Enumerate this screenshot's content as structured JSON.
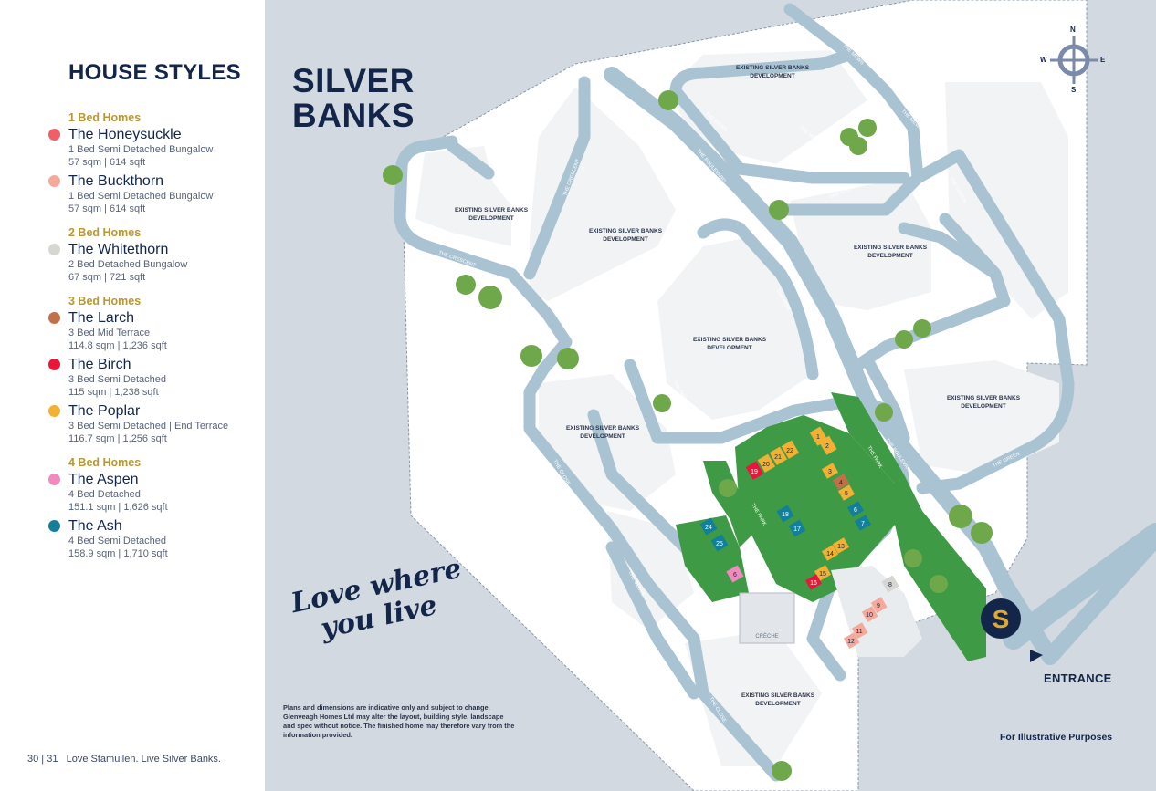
{
  "sidebar": {
    "heading": "HOUSE STYLES",
    "groups": [
      {
        "title": "1 Bed Homes",
        "houses": [
          {
            "name": "The Honeysuckle",
            "desc": "1 Bed Semi Detached Bungalow",
            "size": "57 sqm | 614 sqft",
            "color": "#ef5f68"
          },
          {
            "name": "The Buckthorn",
            "desc": "1 Bed Semi Detached Bungalow",
            "size": "57 sqm | 614 sqft",
            "color": "#f5a99b"
          }
        ]
      },
      {
        "title": "2 Bed Homes",
        "houses": [
          {
            "name": "The Whitethorn",
            "desc": "2 Bed Detached Bungalow",
            "size": "67 sqm | 721 sqft",
            "color": "#d8d6d0"
          }
        ]
      },
      {
        "title": "3 Bed Homes",
        "houses": [
          {
            "name": "The Larch",
            "desc": "3 Bed Mid Terrace",
            "size": "114.8 sqm | 1,236 sqft",
            "color": "#c0714a"
          },
          {
            "name": "The Birch",
            "desc": "3 Bed Semi Detached",
            "size": "115 sqm | 1,238 sqft",
            "color": "#e8173a"
          },
          {
            "name": "The Poplar",
            "desc": "3 Bed Semi Detached | End Terrace",
            "size": "116.7 sqm | 1,256 sqft",
            "color": "#f2b132"
          }
        ]
      },
      {
        "title": "4 Bed Homes",
        "houses": [
          {
            "name": "The Aspen",
            "desc": "4 Bed Detached",
            "size": "151.1 sqm | 1,626 sqft",
            "color": "#ee8cc0"
          },
          {
            "name": "The Ash",
            "desc": "4 Bed Semi Detached",
            "size": "158.9 sqm | 1,710 sqft",
            "color": "#147f9a"
          }
        ]
      }
    ],
    "footer_pages": "30 | 31",
    "footer_text": "Love Stamullen. Live Silver Banks."
  },
  "map": {
    "title_line1": "SILVER",
    "title_line2": "BANKS",
    "slogan_line1": "Love where",
    "slogan_line2": "you live",
    "disclaimer": "Plans and dimensions are indicative only and subject to change. Glenveagh Homes Ltd may alter the layout, building style, landscape and spec without notice. The finished home may therefore vary from the information provided.",
    "illustrative": "For Illustrative Purposes",
    "entrance": "ENTRANCE",
    "logo_letter": "S",
    "compass": {
      "n": "N",
      "e": "E",
      "s": "S",
      "w": "W"
    },
    "existing_line1": "EXISTING SILVER BANKS",
    "existing_line2": "DEVELOPMENT",
    "creche": "CRÈCHE",
    "roads": {
      "crescent": "THE CRESCENT",
      "park": "THE PARK",
      "boulevard": "THE BOULEVARD",
      "mews": "THE MEWS",
      "green": "THE GREEN",
      "close": "THE CLOSE"
    },
    "plots": [
      {
        "n": "1",
        "type": "poplar"
      },
      {
        "n": "2",
        "type": "poplar"
      },
      {
        "n": "3",
        "type": "poplar"
      },
      {
        "n": "4",
        "type": "larch"
      },
      {
        "n": "5",
        "type": "poplar"
      },
      {
        "n": "6",
        "type": "ash"
      },
      {
        "n": "7",
        "type": "ash"
      },
      {
        "n": "8",
        "type": "whitethorn"
      },
      {
        "n": "9",
        "type": "buckthorn"
      },
      {
        "n": "10",
        "type": "buckthorn"
      },
      {
        "n": "11",
        "type": "buckthorn"
      },
      {
        "n": "12",
        "type": "buckthorn"
      },
      {
        "n": "13",
        "type": "poplar"
      },
      {
        "n": "14",
        "type": "poplar"
      },
      {
        "n": "15",
        "type": "poplar"
      },
      {
        "n": "16",
        "type": "birch"
      },
      {
        "n": "17",
        "type": "ash"
      },
      {
        "n": "18",
        "type": "ash"
      },
      {
        "n": "19",
        "type": "birch"
      },
      {
        "n": "20",
        "type": "poplar"
      },
      {
        "n": "21",
        "type": "poplar"
      },
      {
        "n": "22",
        "type": "poplar"
      },
      {
        "n": "24",
        "type": "ash"
      },
      {
        "n": "25",
        "type": "ash"
      },
      {
        "n": "6",
        "type": "aspen"
      }
    ],
    "colors": {
      "road": "#a9c3d3",
      "block": "#f1f3f5",
      "green": "#3f9a45",
      "navy": "#13264a",
      "gold": "#e0a92c"
    }
  }
}
